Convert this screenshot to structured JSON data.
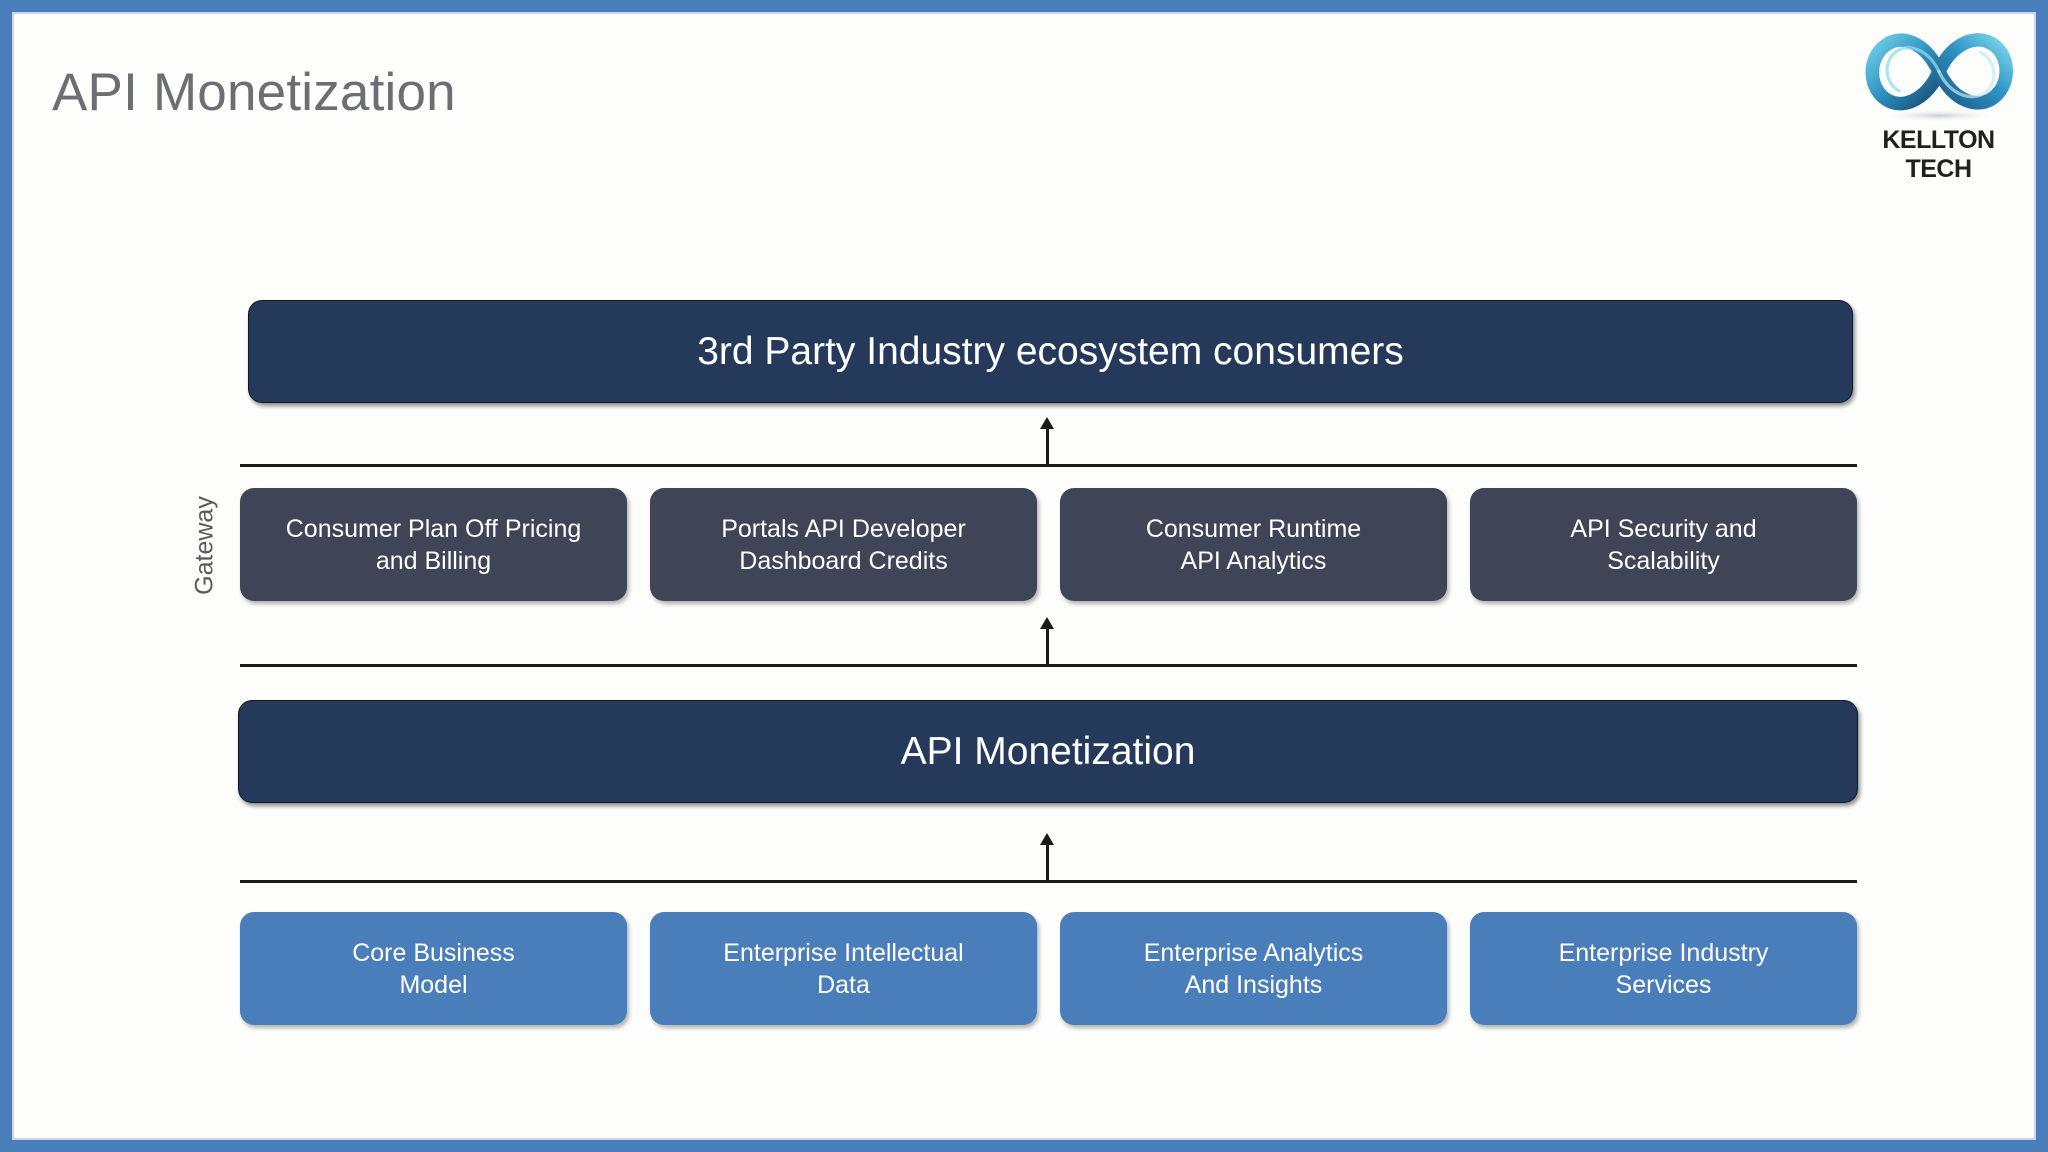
{
  "slide": {
    "title": "API Monetization",
    "frame_color": "#4a7ebb",
    "title_color": "#6d6e71"
  },
  "logo": {
    "name": "kellton-tech-logo",
    "wordmark": "KELLTON TECH",
    "mark": "infinity-icon",
    "colors": {
      "light": "#5bc6e0",
      "mid": "#2d8fc0",
      "dark": "#1c5b8a"
    }
  },
  "diagram": {
    "top_band": {
      "label": "3rd Party Industry ecosystem consumers",
      "color": "#25395b"
    },
    "middle_band": {
      "label": "API Monetization",
      "color": "#25395b"
    },
    "gateway_label": "Gateway",
    "gateway_cards": [
      {
        "line1": "Consumer Plan Off Pricing",
        "line2": "and Billing"
      },
      {
        "line1": "Portals API Developer",
        "line2": "Dashboard Credits"
      },
      {
        "line1": "Consumer Runtime",
        "line2": "API Analytics"
      },
      {
        "line1": "API Security and",
        "line2": "Scalability"
      }
    ],
    "gateway_card_color": "#3f4557",
    "foundation_cards": [
      {
        "line1": "Core Business",
        "line2": "Model"
      },
      {
        "line1": "Enterprise Intellectual",
        "line2": "Data"
      },
      {
        "line1": "Enterprise Analytics",
        "line2": "And Insights"
      },
      {
        "line1": "Enterprise Industry",
        "line2": "Services"
      }
    ],
    "foundation_card_color": "#4a7ebb",
    "connectors": [
      {
        "name": "arrow-gateway-to-consumers",
        "direction": "up"
      },
      {
        "name": "arrow-monetization-to-gateway",
        "direction": "up"
      },
      {
        "name": "arrow-foundation-to-monetization",
        "direction": "up"
      }
    ]
  }
}
